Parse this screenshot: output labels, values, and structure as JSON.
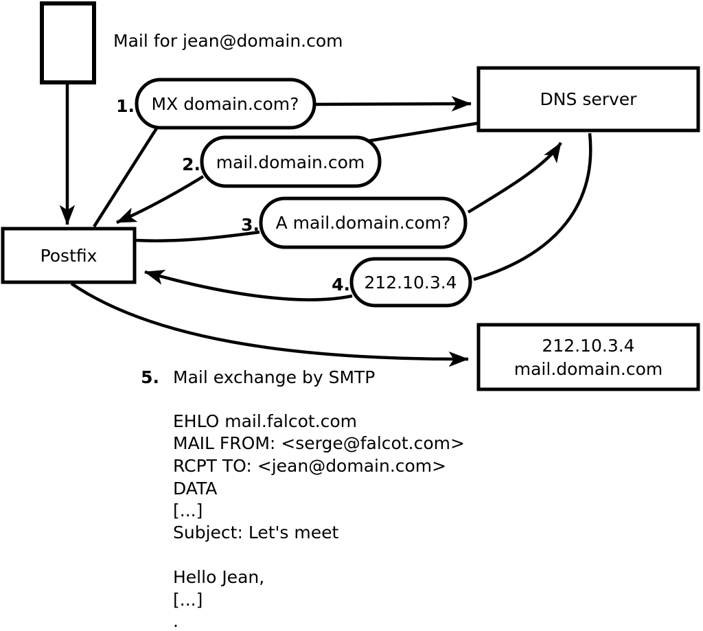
{
  "diagram": {
    "note": "Mail for jean@domain.com",
    "nodes": {
      "postfix": {
        "label": "Postfix"
      },
      "dns": {
        "label": "DNS server"
      },
      "mail_server": {
        "line1": "212.10.3.4",
        "line2": "mail.domain.com"
      }
    },
    "steps": [
      {
        "num": "1.",
        "label": "MX domain.com?"
      },
      {
        "num": "2.",
        "label": "mail.domain.com"
      },
      {
        "num": "3.",
        "label": "A mail.domain.com?"
      },
      {
        "num": "4.",
        "label": "212.10.3.4"
      },
      {
        "num": "5.",
        "label": "Mail exchange by SMTP"
      }
    ],
    "smtp_session": [
      "EHLO mail.falcot.com",
      "MAIL FROM: <serge@falcot.com>",
      "RCPT TO: <jean@domain.com>",
      "DATA",
      "[...]",
      "Subject: Let's meet",
      "",
      "Hello Jean,",
      "[...]",
      "."
    ],
    "colors": {
      "line": "#000000",
      "background": "#ffffff"
    }
  }
}
